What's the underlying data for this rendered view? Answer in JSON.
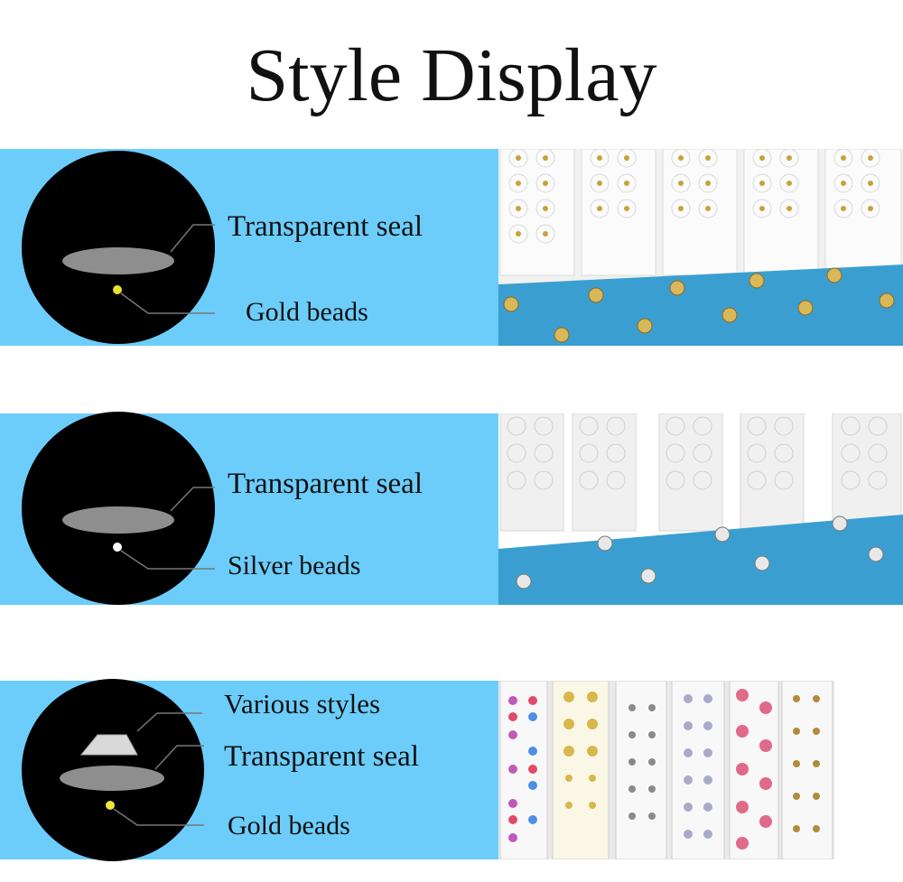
{
  "page": {
    "title": "Style Display"
  },
  "rows": [
    {
      "labels": [
        "Transparent seal",
        "Gold beads"
      ],
      "bead_color": "#e6e030"
    },
    {
      "labels": [
        "Transparent seal",
        "Silver beads"
      ],
      "bead_color": "#ffffff"
    },
    {
      "labels": [
        "Various styles",
        "Transparent seal",
        "Gold beads"
      ],
      "bead_color": "#f0e438"
    }
  ],
  "colors": {
    "band": "#6ccdfb",
    "circle": "#000000",
    "seal": "#8e8e8e",
    "tray": "#3a9fd0"
  }
}
